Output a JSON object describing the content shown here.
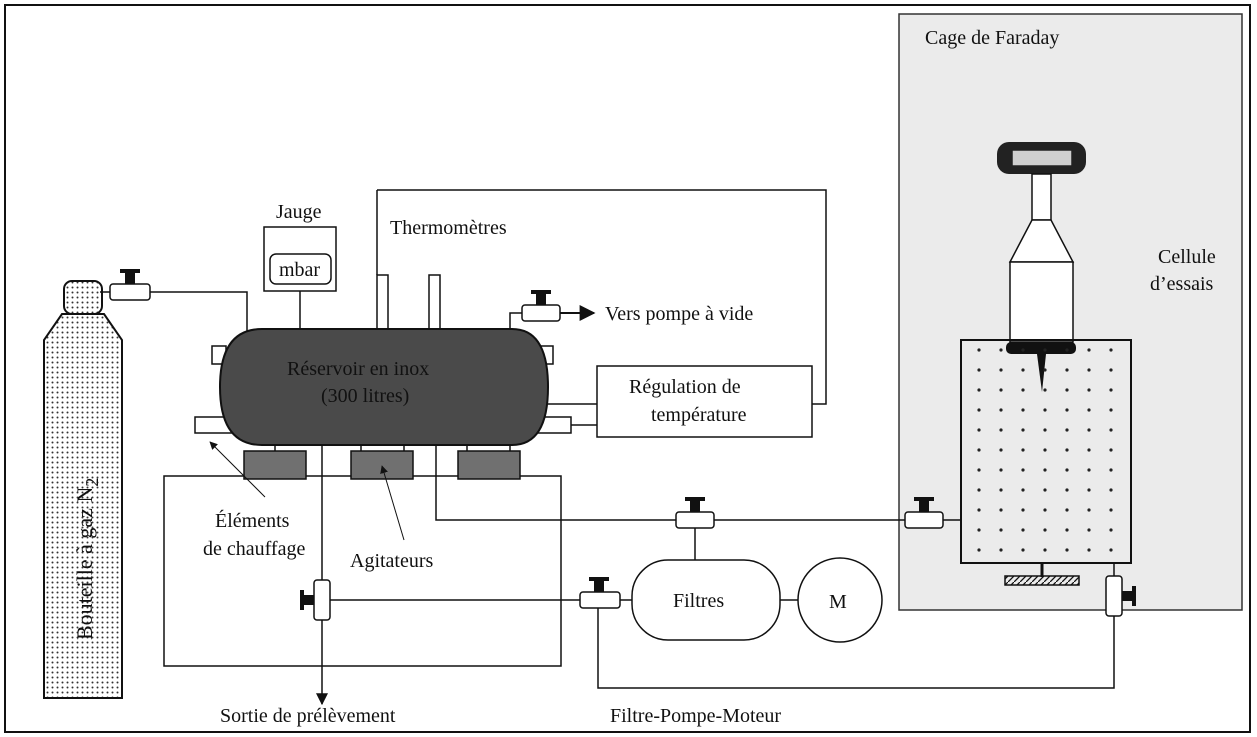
{
  "labels": {
    "cage": "Cage de Faraday",
    "cellule_1": "Cellule",
    "cellule_2": "d’essais",
    "jauge": "Jauge",
    "jauge_unit": "mbar",
    "thermometres": "Thermomètres",
    "vide": "Vers pompe à vide",
    "reservoir_1": "Réservoir en inox",
    "reservoir_2": "(300 litres)",
    "regulation_1": "Régulation de",
    "regulation_2": "température",
    "elements_1": "Éléments",
    "elements_2": "de chauffage",
    "agitateurs": "Agitateurs",
    "bouteille": "Bouteille à gaz N",
    "bouteille_sub": "2",
    "filtres": "Filtres",
    "moteur": "M",
    "sortie": "Sortie de prélèvement",
    "filtre_pompe": "Filtre-Pompe-Moteur"
  },
  "colors": {
    "tank": "#4a4a4a",
    "agitator": "#707070",
    "cage_bg": "#ebebeb",
    "stroke": "#111111"
  }
}
